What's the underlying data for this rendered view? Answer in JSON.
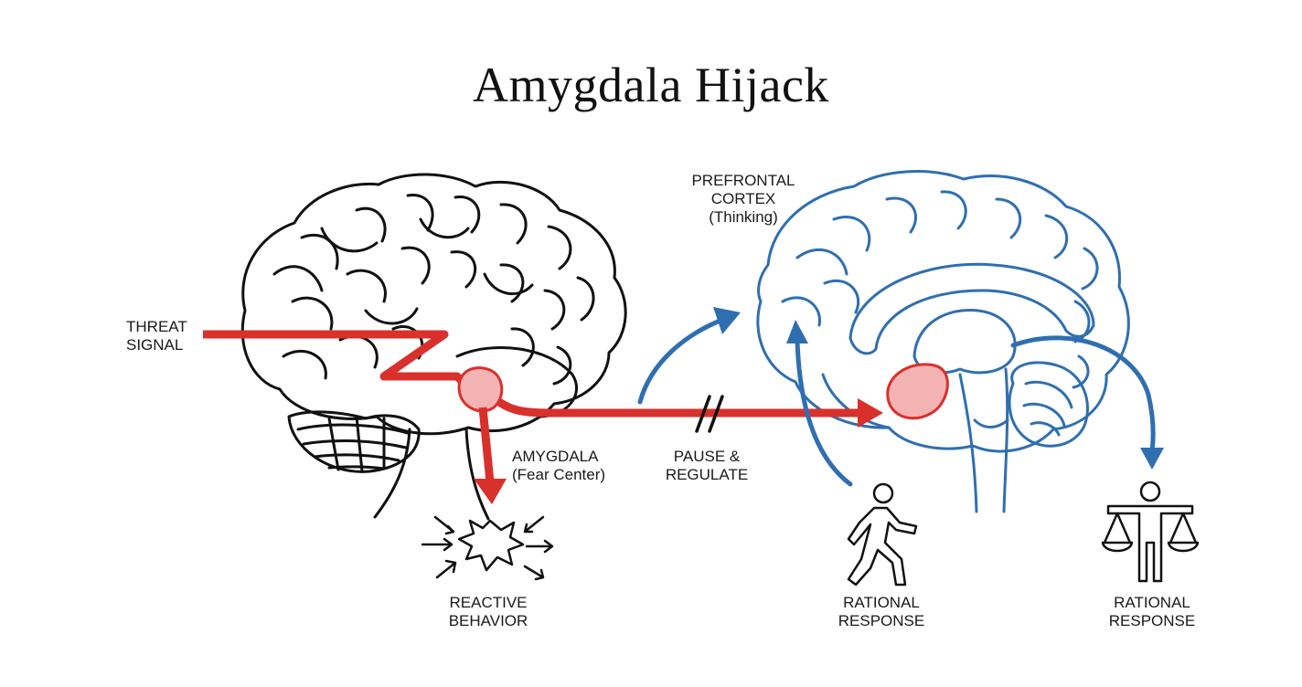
{
  "title": "Amygdala Hijack",
  "colors": {
    "threat": "#d9302c",
    "amygdala_fill": "#f4b3b3",
    "rational": "#2f6fb0",
    "ink": "#111111"
  },
  "labels": {
    "threat_signal": [
      "THREAT",
      "SIGNAL"
    ],
    "amygdala": [
      "AMYGDALA",
      "(Fear Center)"
    ],
    "pause": [
      "PAUSE &",
      "REGULATE"
    ],
    "prefrontal": [
      "PREFRONTAL",
      "CORTEX",
      "(Thinking)"
    ],
    "reactive": [
      "REACTIVE",
      "BEHAVIOR"
    ],
    "rational_walk": [
      "RATIONAL",
      "RESPONSE"
    ],
    "rational_balance": [
      "RATIONAL",
      "RESPONSE"
    ]
  },
  "icons": {
    "left_brain": "brain-outline-icon",
    "right_brain": "brain-sagittal-icon",
    "reactive": "burst-arrows-icon",
    "walk": "walking-person-icon",
    "balance": "balance-scale-person-icon"
  }
}
